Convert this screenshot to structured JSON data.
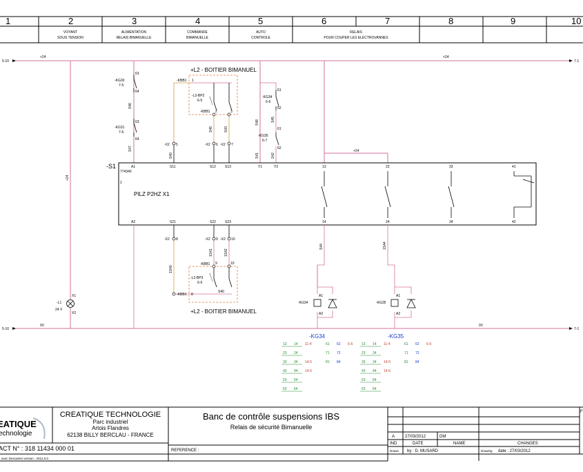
{
  "header": {
    "columns": [
      "1",
      "2",
      "3",
      "4",
      "5",
      "6",
      "7",
      "8",
      "9",
      "10"
    ],
    "descriptions": [
      {
        "col": 2,
        "lines": [
          "VOYANT",
          "SOUS   TENSION"
        ]
      },
      {
        "col": 3,
        "lines": [
          "ALIMENTATION",
          "RELAIS   BIMANUELLE"
        ]
      },
      {
        "col": 4,
        "lines": [
          "COMMANDE",
          "BIMANUELLE"
        ]
      },
      {
        "col": 5,
        "lines": [
          "AUTO",
          "CONTROLE"
        ]
      },
      {
        "col": 6,
        "lines": [
          "RELAIS",
          "POUR   COUPER   LES   ELECTROVANNES"
        ]
      }
    ]
  },
  "rails": {
    "top_left_ref": "5-10",
    "top_right_ref": "7-1",
    "top_label": "+24",
    "bottom_left_ref": "5-10",
    "bottom_right_ref": "7-1",
    "bottom_label": "0V",
    "bridge_label": "+24",
    "vertical_label": "+24"
  },
  "components": {
    "kg30": {
      "name": "-KG30",
      "ref": "7-5",
      "p1": "63",
      "p2": "64"
    },
    "kg31": {
      "name": "-KG31",
      "ref": "7-6",
      "p1": "63",
      "p2": "64"
    },
    "kg34_aux": {
      "name": "-KG34",
      "ref": "6-6",
      "p1": "61",
      "p2": "62"
    },
    "kg35_aux": {
      "name": "-KG35",
      "ref": "6-7",
      "p1": "61",
      "p2": "62"
    },
    "wire_ids": {
      "w1": "S46",
      "w2": "S47",
      "w3": "S40",
      "w4": "S45",
      "w5": "S43",
      "w6": "S44",
      "w7": "S41",
      "w8": "S42",
      "w9": "S48",
      "w10": "1S40",
      "w11": "1S42",
      "w12": "1S41",
      "w13": "1S43",
      "w14": "1S44"
    },
    "top_box_title": "+L2 - BOITIER BIMANUEL",
    "bottom_box_title": "+L2 - BOITIER BIMANUEL",
    "kbb1_top": {
      "name": "-KBB1",
      "pins": [
        "1",
        "2",
        "3"
      ]
    },
    "bp2": {
      "name": "-L2-BP2",
      "ref": "6-5"
    },
    "kbb1_top2": {
      "name": "-KBB1"
    },
    "x2_top": [
      {
        "name": "-X2",
        "pin": "5"
      },
      {
        "name": "-X2",
        "pin": "6"
      },
      {
        "name": "-X2",
        "pin": "7"
      }
    ],
    "x2_bottom": [
      {
        "name": "-X2",
        "pin": "8"
      },
      {
        "name": "-X2",
        "pin": "9"
      },
      {
        "name": "-X2",
        "pin": "10"
      }
    ],
    "kbb1_bottom": {
      "name": "-KBB1",
      "pins": [
        "8",
        "9",
        "10"
      ]
    },
    "bp3": {
      "name": "-L2-BP3",
      "ref": "6-5"
    },
    "kbb1_bottom2": {
      "name": "-KBB1",
      "pin": "8"
    },
    "lamp": {
      "name": "-L1",
      "voltage": "24 V",
      "p1": "X1",
      "p2": "X2"
    },
    "pilz": {
      "tag": "-S1",
      "part": "774340",
      "num": "2",
      "name": "PILZ  P2HZ X1",
      "top_pins": [
        "A1",
        "S11",
        "S12",
        "S13",
        "Y1",
        "Y2",
        "13",
        "23",
        "33",
        "41"
      ],
      "bottom_pins": [
        "A2",
        "S21",
        "S22",
        "S23",
        "14",
        "24",
        "34",
        "42"
      ]
    },
    "coil_kg34": {
      "name": "-KG34",
      "a1": "A1",
      "a2": "A2"
    },
    "coil_kg35": {
      "name": "-KG35",
      "a1": "A1",
      "a2": "A2"
    },
    "xref_kg34": {
      "title": "-KG34"
    },
    "xref_kg35": {
      "title": "-KG35"
    }
  },
  "xref_rows_left": [
    [
      "13",
      "14",
      "11-4",
      "61",
      "62",
      "6-5"
    ],
    [
      "23",
      "24",
      "",
      "71",
      "72",
      ""
    ],
    [
      "33",
      "34",
      "14-5",
      "81",
      "84",
      ""
    ],
    [
      "43",
      "44",
      "14-6",
      "",
      "",
      ""
    ],
    [
      "53",
      "54",
      "",
      "",
      "",
      ""
    ],
    [
      "63",
      "64",
      "",
      "",
      "",
      ""
    ]
  ],
  "titleblock": {
    "company": "CREATIQUE TECHNOLOGIE",
    "addr1": "Parc industriel",
    "addr2": "Artois Flandres",
    "addr3": "62138 BILLY BERCLAU - FRANCE",
    "logo_top": "EATIQUE",
    "logo_bottom": "echnologie",
    "project": "ACT N° : 318 11434 000 01",
    "software": "avec Descartes version : 2012.0.0",
    "title": "Banc de contrôle suspensions IBS",
    "subtitle": "Relais de sécurité Bimanuelle",
    "reference": "REFERENCE :",
    "rev_ind": "A",
    "rev_date": "27/03/2012",
    "rev_name": "DM",
    "hdr_ind": "IND",
    "hdr_date": "DATE",
    "hdr_name": "NAME",
    "hdr_changes": "CHANGES",
    "drawn_label": "Drawn",
    "drawn_by": "by :  D. MUSARD",
    "drawing_label": "Drawing",
    "drawing_date": "date  :  27/03/2012",
    "corner": "F"
  },
  "colors": {
    "wire": "#d1709c",
    "box": "#e07a3a",
    "tan": "#c9a04a",
    "ref_red": "#c0392b",
    "ref_green": "#1e8a2e",
    "ref_blue": "#1a3ccf"
  }
}
